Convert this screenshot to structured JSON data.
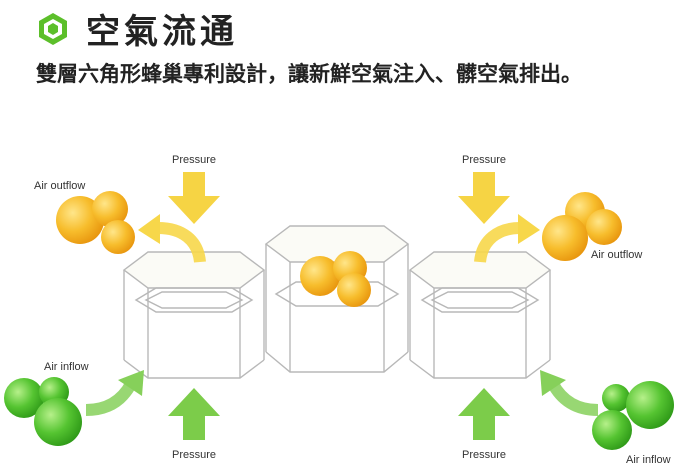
{
  "header": {
    "title": "空氣流通",
    "subtitle": "雙層六角形蜂巢專利設計，讓新鮮空氣注入、髒空氣排出。"
  },
  "labels": {
    "pressure_top_left": "Pressure",
    "pressure_top_right": "Pressure",
    "pressure_bottom_left": "Pressure",
    "pressure_bottom_right": "Pressure",
    "air_outflow_left": "Air outflow",
    "air_outflow_right": "Air outflow",
    "air_inflow_left": "Air inflow",
    "air_inflow_right": "Air inflow"
  },
  "colors": {
    "accent_green": "#5cbf2a",
    "pressure_yellow": "#f6d444",
    "pressure_green": "#7ccc4a",
    "orange_ball": "#f5b420",
    "green_ball": "#52c22f",
    "hex_stroke": "#b8b8b8"
  }
}
